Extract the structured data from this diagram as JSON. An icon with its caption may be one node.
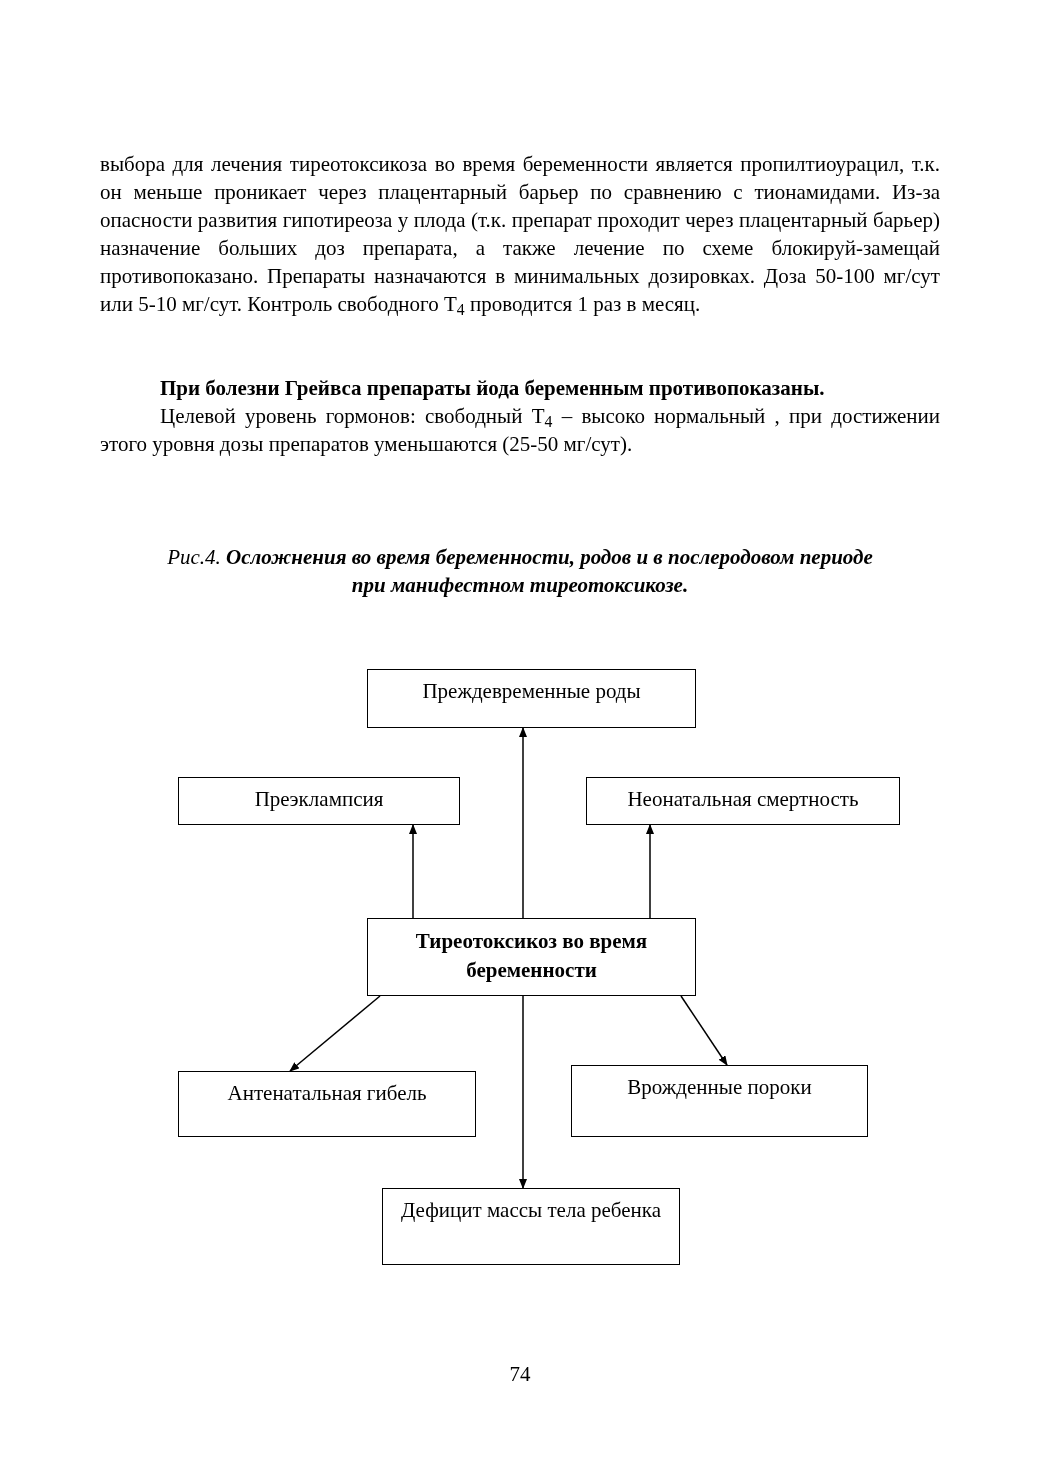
{
  "diagram": {
    "title": "Рис.4. **Осложнения во время беременности, родов и в послеродовом периоде при манифестном тиреотоксикозе.**",
    "nodes": [
      {
        "text": [
          "Преждевременные роды"
        ]
      },
      {
        "text": [
          "Преэклампсия"
        ]
      },
      {
        "text": [
          "Неонатальная смертность"
        ]
      },
      {
        "text": [
          "Тиреотоксикоз во время беременности"
        ]
      },
      {
        "text": [
          "Антенатальная гибель"
        ]
      },
      {
        "text": [
          "Врожденные пороки"
        ]
      },
      {
        "text": [
          "Дефицит массы тела ребенка"
        ]
      }
    ],
    "edges": [
      {
        "from": 3,
        "to": 0,
        "arrow": "to"
      },
      {
        "from": 3,
        "to": 1,
        "arrow": "to"
      },
      {
        "from": 3,
        "to": 2,
        "arrow": "to"
      },
      {
        "from": 3,
        "to": 4,
        "arrow": "to"
      },
      {
        "from": 3,
        "to": 5,
        "arrow": "to"
      },
      {
        "from": 3,
        "to": 6,
        "arrow": "to"
      }
    ],
    "labels": [
      "выбора для лечения тиреотоксикоза во время беременности является пропилтиоурацил, т.к. он меньше проникает через плацентарный барьер по сравнению с тионамидами. Из-за опасности развития гипотиреоза у плода (т.к. препарат проходит через плацентарный барьер) назначение больших доз препарата, а также лечение по схеме блокируй-замещай противопоказано. Препараты назначаются в минимальных дозировках. Доза 50-100 мг/сут или 5-10 мг/сут. Контроль свободного Т$_{4}$ проводится 1 раз в месяц.",
      "При болезни Грейвса препараты йода беременным противопоказаны.",
      "Целевой уровень гормонов: свободный Т$_{4}$ – высоко нормальный , при достижении этого уровня дозы препаратов уменьшаются (25-50 мг/сут).",
      "74"
    ]
  }
}
